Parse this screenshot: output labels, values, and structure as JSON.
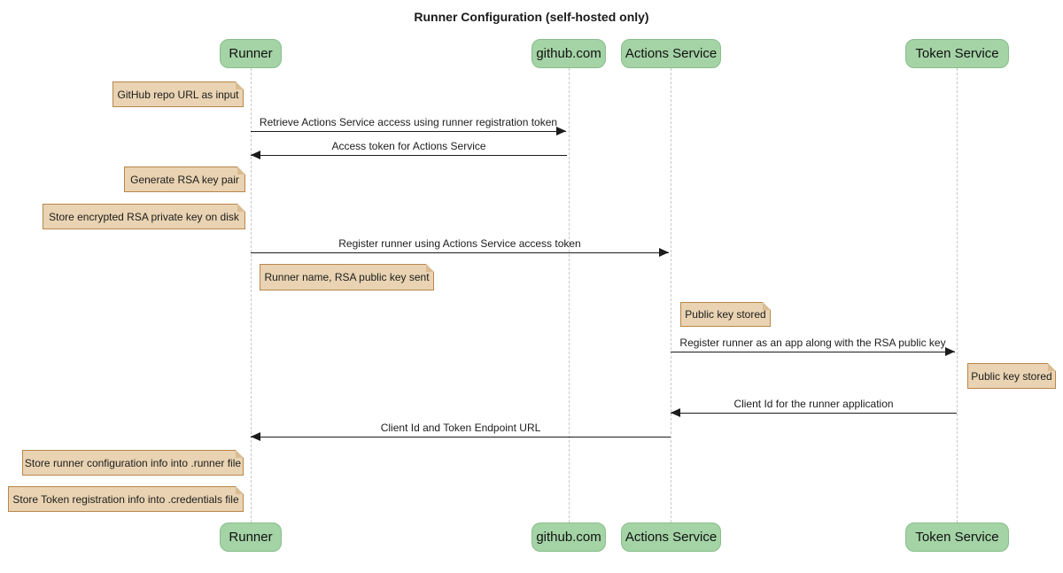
{
  "diagram_type": "sequence-diagram",
  "title": "Runner Configuration (self-hosted only)",
  "colors": {
    "actor_fill": "#a4d3a6",
    "actor_border": "#8abe8c",
    "note_fill": "#e9d3b2",
    "note_border": "#b8874b",
    "note_fold": "#d9bc92",
    "lifeline": "#c8c8c8",
    "arrow": "#1c1c1c",
    "text": "#1c1c1c"
  },
  "participants": [
    {
      "label": "Runner"
    },
    {
      "label": "github.com"
    },
    {
      "label": "Actions Service"
    },
    {
      "label": "Token Service"
    }
  ],
  "messages": [
    {
      "text": "Retrieve Actions Service access using runner registration token",
      "from": "Runner",
      "to": "github.com",
      "direction": "right"
    },
    {
      "text": "Access token for Actions Service",
      "from": "github.com",
      "to": "Runner",
      "direction": "left"
    },
    {
      "text": "Register runner using Actions Service access token",
      "from": "Runner",
      "to": "Actions Service",
      "direction": "right"
    },
    {
      "text": "Register runner as an app along with the RSA public key",
      "from": "Actions Service",
      "to": "Token Service",
      "direction": "right"
    },
    {
      "text": "Client Id for the runner application",
      "from": "Token Service",
      "to": "Actions Service",
      "direction": "left"
    },
    {
      "text": "Client Id and Token Endpoint URL",
      "from": "Actions Service",
      "to": "Runner",
      "direction": "left"
    }
  ],
  "notes": [
    {
      "text": "GitHub repo URL as input",
      "position": "left of Runner"
    },
    {
      "text": "Generate RSA key pair",
      "position": "left of Runner"
    },
    {
      "text": "Store encrypted RSA private key on disk",
      "position": "left of Runner"
    },
    {
      "text": "Runner name, RSA public key sent",
      "position": "right of Runner"
    },
    {
      "text": "Public key stored",
      "position": "right of Actions Service"
    },
    {
      "text": "Public key stored",
      "position": "right of Token Service"
    },
    {
      "text": "Store runner configuration info into .runner file",
      "position": "left of Runner"
    },
    {
      "text": "Store Token registration info into .credentials file",
      "position": "left of Runner"
    }
  ]
}
